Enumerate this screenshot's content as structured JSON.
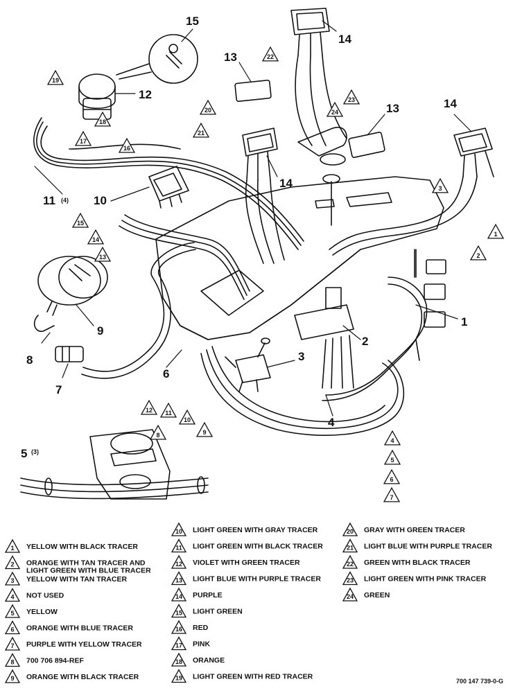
{
  "callouts": {
    "c1": "1",
    "c2": "2",
    "c3": "3",
    "c4": "4",
    "c5": "5",
    "c5_qty": "(3)",
    "c6": "6",
    "c7": "7",
    "c8": "8",
    "c9": "9",
    "c10": "10",
    "c11": "11",
    "c11_qty": "(4)",
    "c12": "12",
    "c13a": "13",
    "c13b": "13",
    "c14a": "14",
    "c14b": "14",
    "c14c": "14",
    "c15": "15"
  },
  "wire_tags": [
    "19",
    "18",
    "17",
    "16",
    "20",
    "21",
    "22",
    "23",
    "24",
    "3",
    "1",
    "2",
    "15",
    "14",
    "13",
    "12",
    "11",
    "10",
    "9",
    "8",
    "4",
    "5",
    "6",
    "7"
  ],
  "legend": {
    "col1": [
      {
        "num": "1",
        "text": "YELLOW WITH BLACK TRACER"
      },
      {
        "num": "2",
        "text": "ORANGE WITH TAN TRACER AND",
        "text2": "LIGHT GREEN WITH BLUE TRACER"
      },
      {
        "num": "3",
        "text": "YELLOW WITH TAN TRACER"
      },
      {
        "num": "4",
        "text": "NOT USED"
      },
      {
        "num": "5",
        "text": "YELLOW"
      },
      {
        "num": "6",
        "text": "ORANGE WITH BLUE TRACER"
      },
      {
        "num": "7",
        "text": "PURPLE WITH YELLOW TRACER"
      },
      {
        "num": "8",
        "text": "700 706 894-REF"
      },
      {
        "num": "9",
        "text": "ORANGE WITH BLACK TRACER"
      }
    ],
    "col2": [
      {
        "num": "10",
        "text": "LIGHT GREEN WITH GRAY TRACER"
      },
      {
        "num": "11",
        "text": "LIGHT GREEN WITH BLACK TRACER"
      },
      {
        "num": "12",
        "text": "VIOLET WITH GREEN TRACER"
      },
      {
        "num": "13",
        "text": "LIGHT BLUE WITH PURPLE TRACER"
      },
      {
        "num": "14",
        "text": "PURPLE"
      },
      {
        "num": "15",
        "text": "LIGHT GREEN"
      },
      {
        "num": "16",
        "text": "RED"
      },
      {
        "num": "17",
        "text": "PINK"
      },
      {
        "num": "18",
        "text": "ORANGE"
      },
      {
        "num": "19",
        "text": "LIGHT GREEN WITH RED TRACER"
      }
    ],
    "col3": [
      {
        "num": "20",
        "text": "GRAY WITH GREEN TRACER"
      },
      {
        "num": "21",
        "text": "LIGHT BLUE WITH PURPLE TRACER"
      },
      {
        "num": "22",
        "text": "GREEN WITH BLACK TRACER"
      },
      {
        "num": "23",
        "text": "LIGHT GREEN WITH PINK TRACER"
      },
      {
        "num": "24",
        "text": "GREEN"
      }
    ]
  },
  "drawing_number": "700 147 739-0-G"
}
